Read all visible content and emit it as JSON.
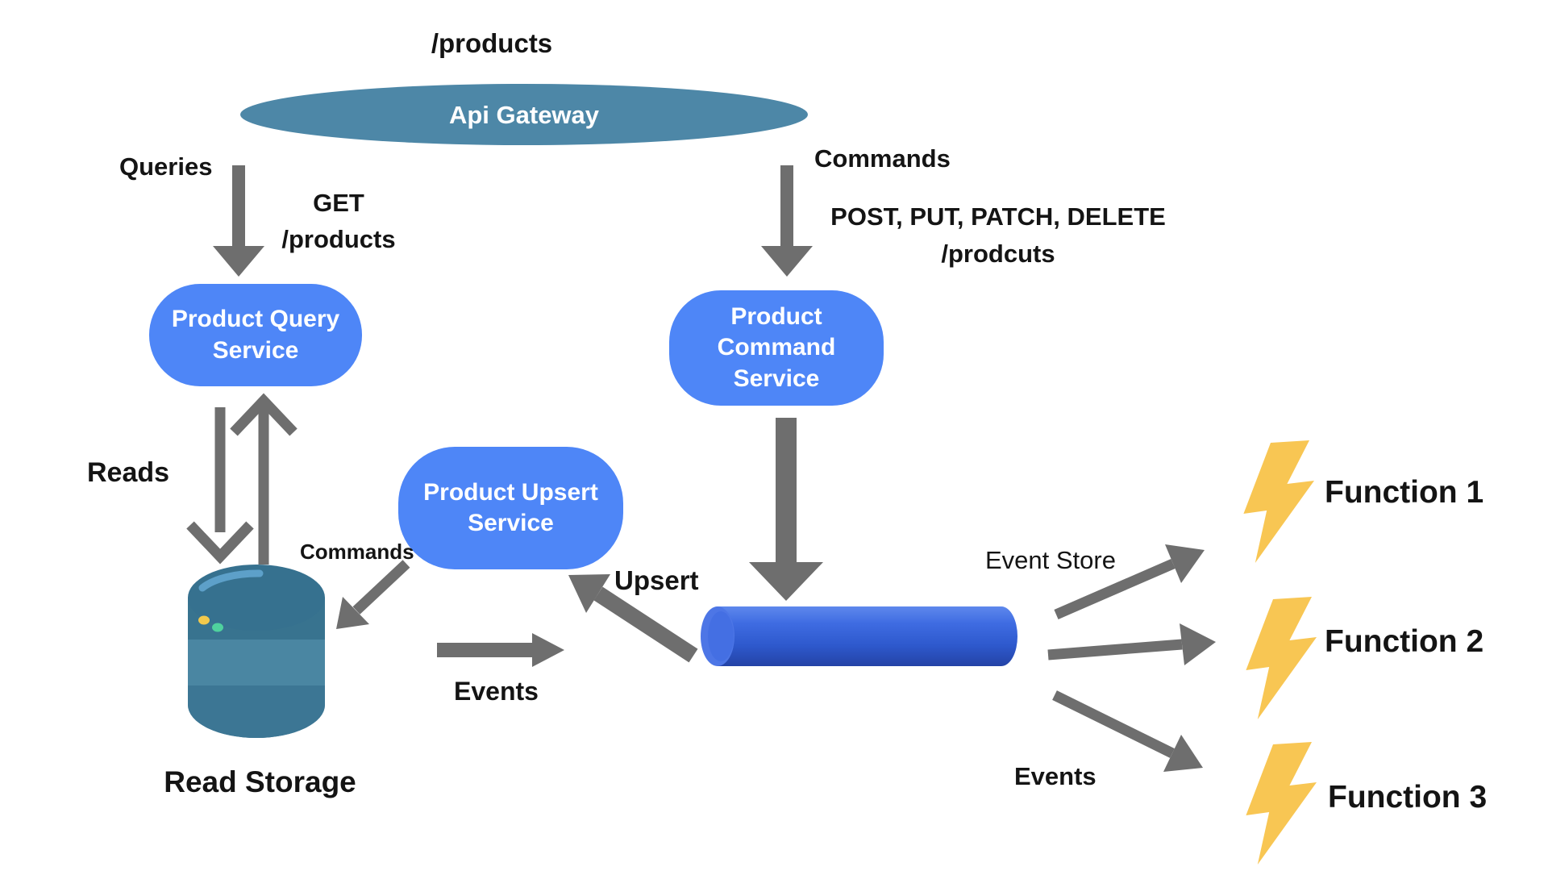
{
  "diagram": {
    "top_route": "/products",
    "gateway": {
      "label": "Api Gateway"
    },
    "queries": {
      "label": "Queries",
      "method": "GET",
      "route": "/products"
    },
    "commands": {
      "label": "Commands",
      "methods": "POST, PUT, PATCH, DELETE",
      "route": "/prodcuts"
    },
    "nodes": {
      "query_service": {
        "line1": "Product Query",
        "line2": "Service"
      },
      "command_service": {
        "line1": "Product",
        "line2": "Command",
        "line3": "Service"
      },
      "upsert_service": {
        "line1": "Product Upsert",
        "line2": "Service"
      },
      "read_storage": {
        "label": "Read Storage"
      },
      "event_store": {
        "label": "Event Store"
      },
      "functions": [
        {
          "label": "Function 1"
        },
        {
          "label": "Function 2"
        },
        {
          "label": "Function 3"
        }
      ]
    },
    "edge_labels": {
      "reads": "Reads",
      "commands_to_storage": "Commands",
      "events_to_storage": "Events",
      "upsert": "Upsert",
      "events_fanout": "Events"
    },
    "colors": {
      "gateway_fill": "#4d87a7",
      "service_fill": "#4e86f7",
      "arrow_gray": "#6e6e6e",
      "storage_dark": "#38738f",
      "storage_mid": "#3c7694",
      "storage_light": "#4a86a2",
      "storage_top": "#36718f",
      "storage_highlight": "#5da0c9",
      "dot_yellow": "#f2c94c",
      "dot_green": "#4fd19e",
      "pipe_blue": "#3361d8",
      "pipe_cap": "#4d76e6",
      "bolt_yellow": "#f8c653",
      "text_color": "#141414"
    }
  }
}
